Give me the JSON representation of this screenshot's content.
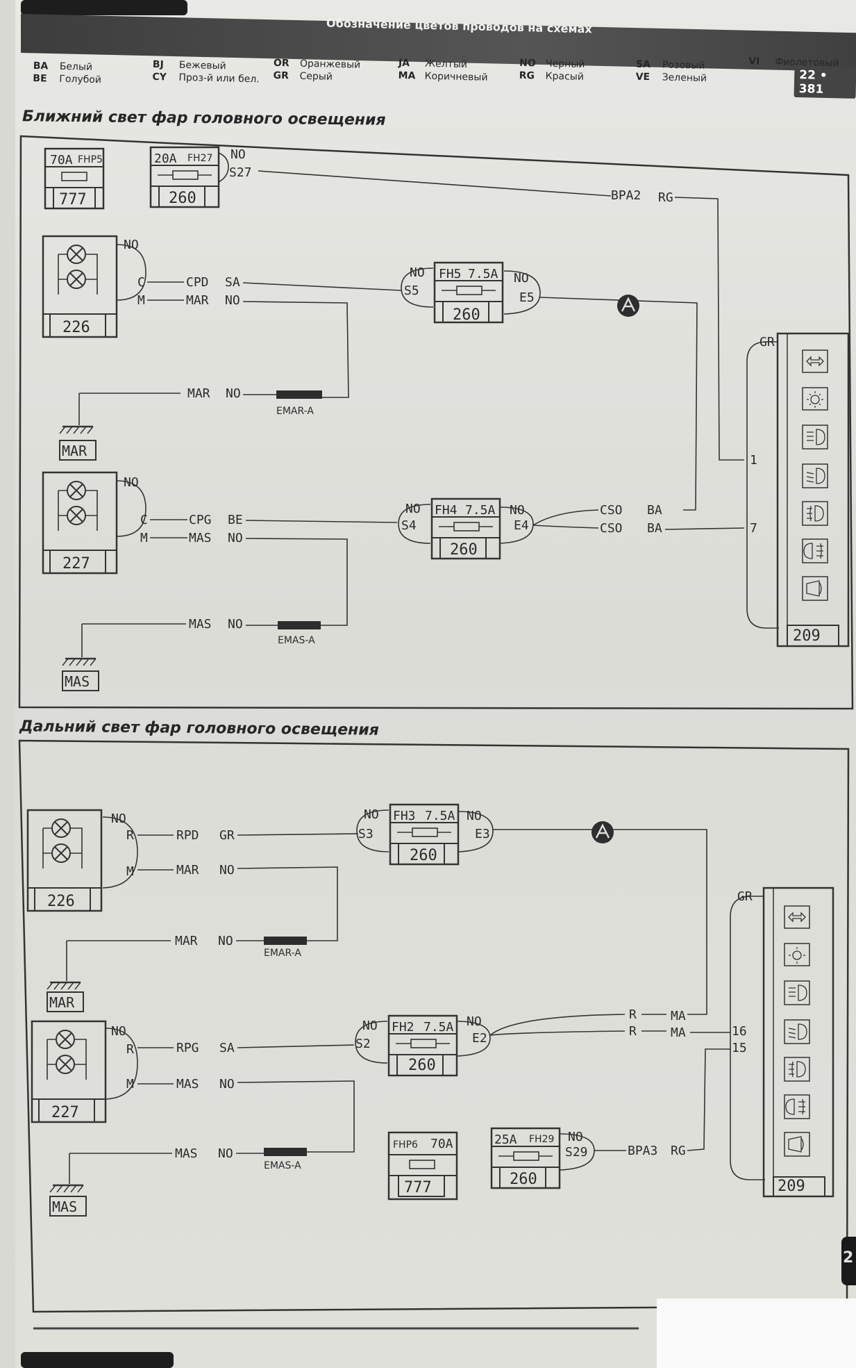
{
  "header": {
    "title": "Обозначение цветов проводов на схемах",
    "page_badge": "22",
    "page_number": "381",
    "colors": [
      {
        "code": "BA",
        "name": "Белый"
      },
      {
        "code": "BE",
        "name": "Голубой"
      },
      {
        "code": "BJ",
        "name": "Бежевый"
      },
      {
        "code": "CY",
        "name": "Проз-й или бел."
      },
      {
        "code": "OR",
        "name": "Оранжевый"
      },
      {
        "code": "GR",
        "name": "Серый"
      },
      {
        "code": "JA",
        "name": "Желтый"
      },
      {
        "code": "MA",
        "name": "Коричневый"
      },
      {
        "code": "NO",
        "name": "Черный"
      },
      {
        "code": "RG",
        "name": "Красый"
      },
      {
        "code": "SA",
        "name": "Розовый"
      },
      {
        "code": "VE",
        "name": "Зеленый"
      },
      {
        "code": "VI",
        "name": "Фиолетовый"
      }
    ]
  },
  "diagram1": {
    "title": "Ближний свет фар головного освещения",
    "fuse_fhp5": {
      "rating": "70A",
      "name": "FHP5",
      "box": "777"
    },
    "fuse_fh27": {
      "rating": "20A",
      "name": "FH27",
      "box": "260",
      "wire": "NO",
      "pin": "S27"
    },
    "bpa2": "BPA2",
    "rg": "RG",
    "lamp_left": {
      "id": "226",
      "no": "NO",
      "pin_c": "C",
      "pin_m": "M",
      "wire1": "CPD",
      "col1": "SA",
      "wire2": "MAR",
      "col2": "NO"
    },
    "fh5": {
      "name": "FH5",
      "rating": "7.5A",
      "box": "260",
      "in_col": "NO",
      "in_pin": "S5",
      "out_col": "NO",
      "out_pin": "E5"
    },
    "ground_left": {
      "wire": "MAR",
      "col": "NO",
      "splice": "EMAR-A",
      "label": "MAR"
    },
    "lamp_right": {
      "id": "227",
      "no": "NO",
      "pin_c": "C",
      "pin_m": "M",
      "wire1": "CPG",
      "col1": "BE",
      "wire2": "MAS",
      "col2": "NO"
    },
    "fh4": {
      "name": "FH4",
      "rating": "7.5A",
      "box": "260",
      "in_col": "NO",
      "in_pin": "S4",
      "out_col": "NO",
      "out_pin": "E4"
    },
    "cso1": "CSO",
    "ba1": "BA",
    "cso2": "CSO",
    "ba2": "BA",
    "ground_right": {
      "wire": "MAS",
      "col": "NO",
      "splice": "EMAS-A",
      "label": "MAS"
    },
    "panel": {
      "id": "209",
      "gr": "GR",
      "pin1": "1",
      "pin7": "7"
    }
  },
  "diagram2": {
    "title": "Дальний свет фар головного освещения",
    "lamp_left": {
      "id": "226",
      "no": "NO",
      "pin_r": "R",
      "pin_m": "M",
      "wire1": "RPD",
      "col1": "GR",
      "wire2": "MAR",
      "col2": "NO"
    },
    "fh3": {
      "name": "FH3",
      "rating": "7.5A",
      "box": "260",
      "in_col": "NO",
      "in_pin": "S3",
      "out_col": "NO",
      "out_pin": "E3"
    },
    "ground_left": {
      "wire": "MAR",
      "col": "NO",
      "splice": "EMAR-A",
      "label": "MAR"
    },
    "lamp_right": {
      "id": "227",
      "no": "NO",
      "pin_r": "R",
      "pin_m": "M",
      "wire1": "RPG",
      "col1": "SA",
      "wire2": "MAS",
      "col2": "NO"
    },
    "fh2": {
      "name": "FH2",
      "rating": "7.5A",
      "box": "260",
      "in_col": "NO",
      "in_pin": "S2",
      "out_col": "NO",
      "out_pin": "E2"
    },
    "r1": "R",
    "ma1": "MA",
    "r2": "R",
    "ma2": "MA",
    "ground_right": {
      "wire": "MAS",
      "col": "NO",
      "splice": "EMAS-A",
      "label": "MAS"
    },
    "fuse_fhp6": {
      "name": "FHP6",
      "rating": "70A",
      "box": "777"
    },
    "fuse_fh29": {
      "rating": "25A",
      "name": "FH29",
      "box": "260",
      "wire": "NO",
      "pin": "S29"
    },
    "bpa3": "BPA3",
    "rg": "RG",
    "panel": {
      "id": "209",
      "gr": "GR",
      "pin16": "16",
      "pin15": "15"
    }
  },
  "side_tab": "2"
}
